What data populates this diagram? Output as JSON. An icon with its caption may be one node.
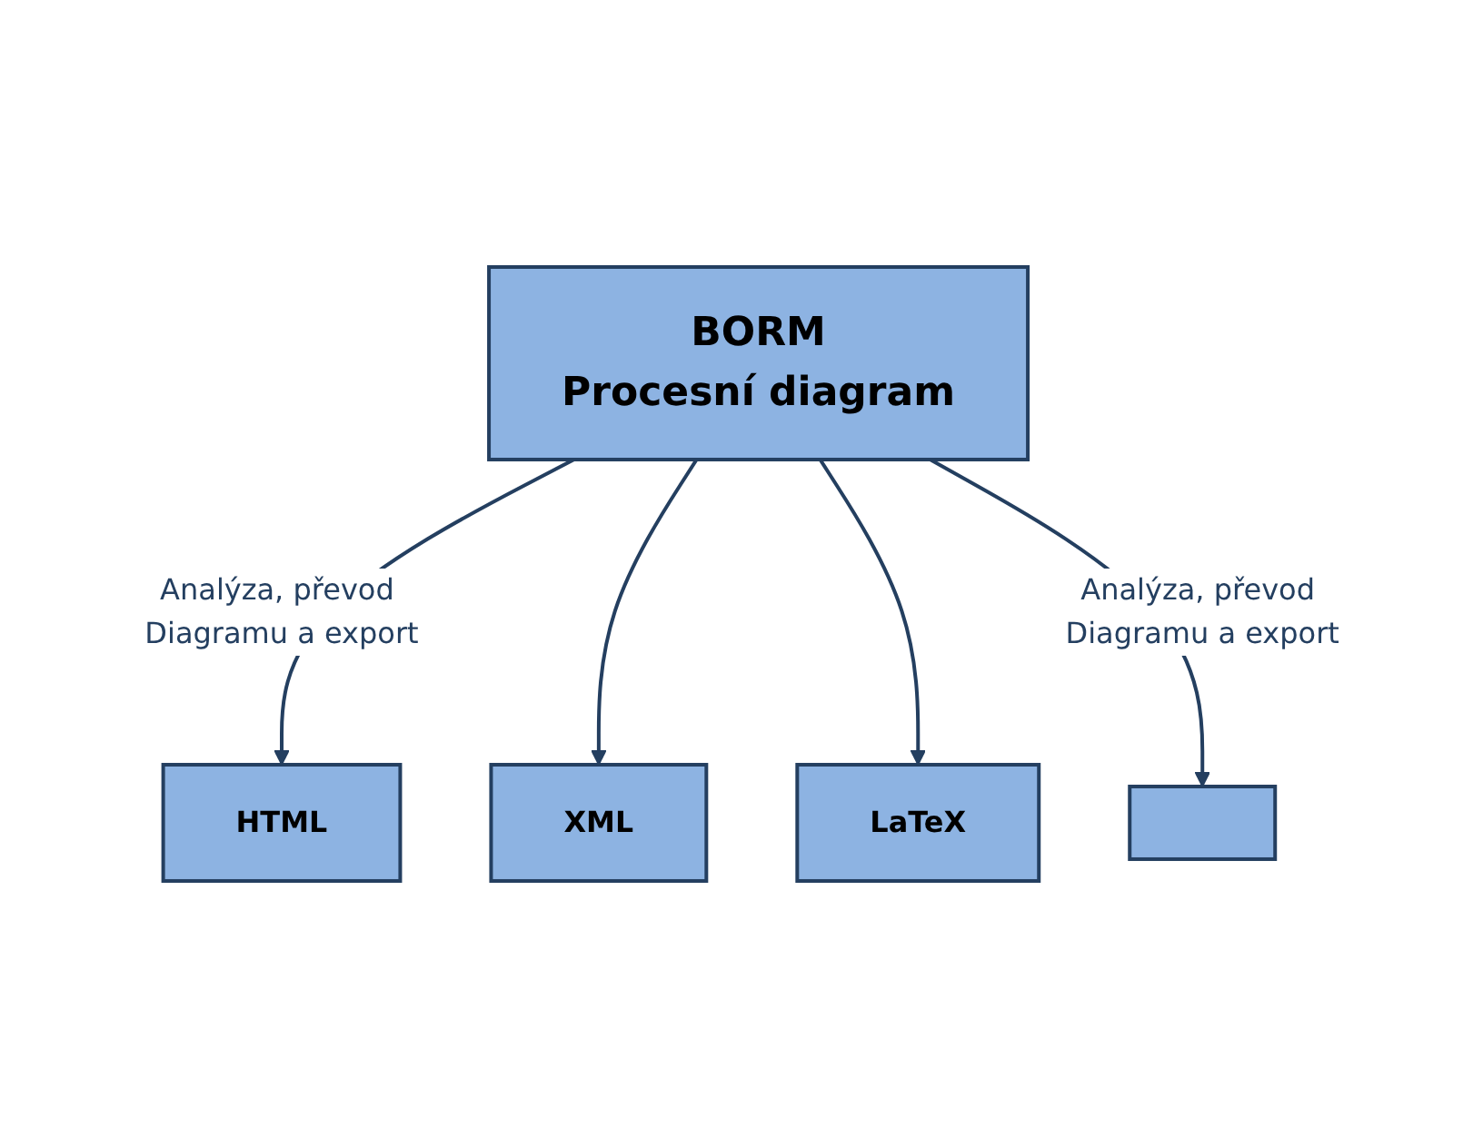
{
  "diagram": {
    "nodes": [
      {
        "text": [
          "BORM Procesní diagram"
        ]
      },
      {
        "text": [
          "HTML"
        ]
      },
      {
        "text": [
          "XML"
        ]
      },
      {
        "text": [
          "LaTeX"
        ]
      },
      {
        "text": [],
        "shape": "box"
      }
    ],
    "edges": [
      {
        "from": 0,
        "to": 1,
        "arrow": "to",
        "label": "Analýza, převod Diagramu a export"
      },
      {
        "from": 0,
        "to": 2,
        "arrow": "to"
      },
      {
        "from": 0,
        "to": 3,
        "arrow": "to"
      },
      {
        "from": 0,
        "to": 4,
        "arrow": "to",
        "label": "Analýza, převod Diagramu a export"
      }
    ]
  }
}
